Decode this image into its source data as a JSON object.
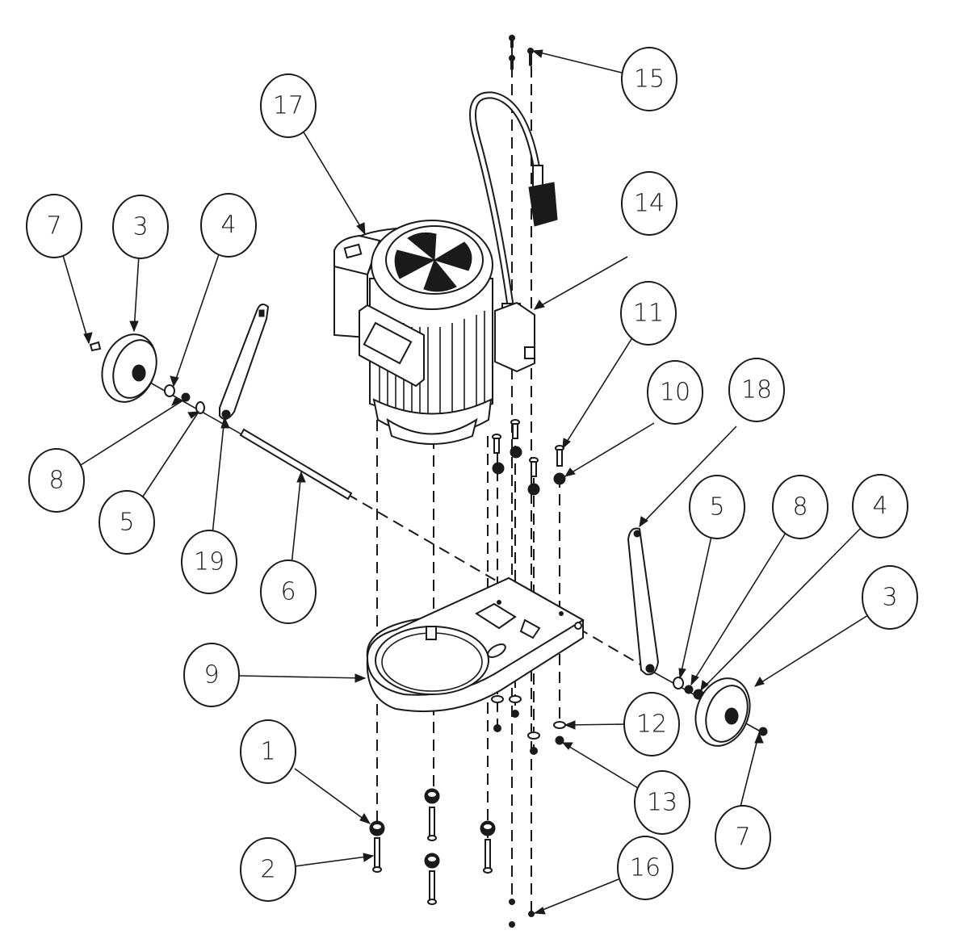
{
  "drawing": {
    "type": "exploded assembly view",
    "line_color": "#1a1a1a",
    "background": "#ffffff"
  },
  "parts": [
    {
      "id": "motor",
      "item": "17"
    },
    {
      "id": "hose-connector",
      "item": "14"
    },
    {
      "id": "base-plate",
      "item": "9"
    },
    {
      "id": "axle",
      "item": "6"
    },
    {
      "id": "left-arm",
      "item": "19"
    },
    {
      "id": "right-arm",
      "item": "18"
    },
    {
      "id": "left-wheel",
      "item": "3"
    },
    {
      "id": "right-wheel",
      "item": "3"
    }
  ],
  "balloons": [
    {
      "label": "7"
    },
    {
      "label": "3"
    },
    {
      "label": "4"
    },
    {
      "label": "17"
    },
    {
      "label": "15"
    },
    {
      "label": "14"
    },
    {
      "label": "11"
    },
    {
      "label": "10"
    },
    {
      "label": "18"
    },
    {
      "label": "8"
    },
    {
      "label": "5"
    },
    {
      "label": "19"
    },
    {
      "label": "6"
    },
    {
      "label": "5"
    },
    {
      "label": "8"
    },
    {
      "label": "4"
    },
    {
      "label": "3"
    },
    {
      "label": "9"
    },
    {
      "label": "12"
    },
    {
      "label": "1"
    },
    {
      "label": "13"
    },
    {
      "label": "2"
    },
    {
      "label": "7"
    },
    {
      "label": "16"
    }
  ]
}
